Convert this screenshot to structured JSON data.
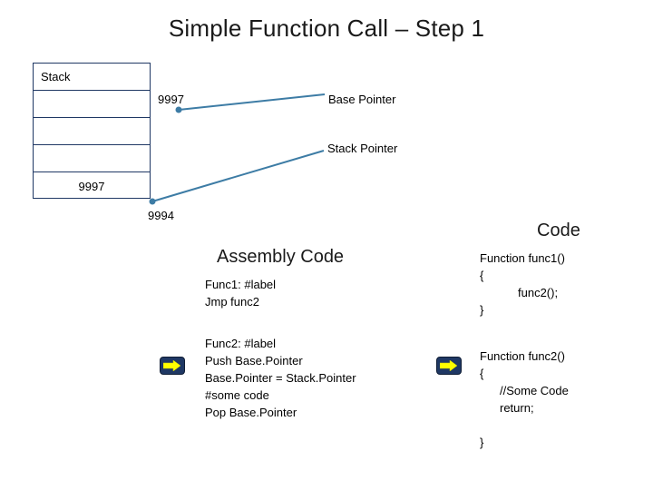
{
  "title": "Simple Function Call – Step 1",
  "stack": {
    "header": "Stack",
    "rows": [
      "Stack",
      "",
      "",
      "",
      "9997"
    ]
  },
  "labels": {
    "value_top": "9997",
    "base_pointer": "Base Pointer",
    "stack_pointer": "Stack Pointer",
    "value_bottom": "9994"
  },
  "assembly": {
    "heading": "Assembly Code",
    "block1": [
      "Func1: #label",
      "Jmp func2"
    ],
    "block2": [
      "Func2: #label",
      "Push Base.Pointer",
      "Base.Pointer = Stack.Pointer",
      "#some code",
      "Pop Base.Pointer"
    ]
  },
  "code": {
    "heading": "Code",
    "block1": [
      "Function func1()",
      "{",
      "func2();",
      "}"
    ],
    "block2": [
      "Function func2()",
      "{",
      "//Some Code",
      "return;",
      "}"
    ]
  },
  "icons": {
    "arrow_asm": "play-arrow-icon",
    "arrow_code": "play-arrow-icon"
  },
  "colors": {
    "connector": "#3d7ca5",
    "table_border": "#1f3864",
    "arrow_fill": "#ffff00",
    "arrow_button_bg": "#1f3864"
  }
}
